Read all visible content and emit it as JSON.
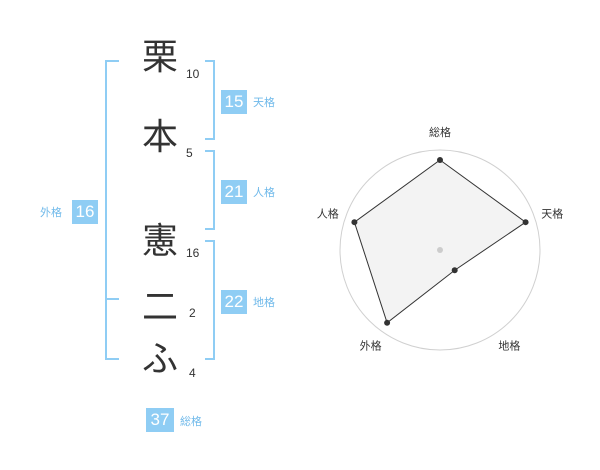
{
  "name": {
    "chars": [
      {
        "char": "栗",
        "strokes": "10"
      },
      {
        "char": "本",
        "strokes": "5"
      },
      {
        "char": "憲",
        "strokes": "16"
      },
      {
        "char": "二",
        "strokes": "2"
      },
      {
        "char": "ふ",
        "strokes": "4"
      }
    ]
  },
  "kakusu": {
    "tenkaku": {
      "value": "15",
      "label": "天格"
    },
    "jinkaku": {
      "value": "21",
      "label": "人格"
    },
    "chikaku": {
      "value": "22",
      "label": "地格"
    },
    "gaikaku": {
      "value": "16",
      "label": "外格"
    },
    "soukaku": {
      "value": "37",
      "label": "総格"
    }
  },
  "colors": {
    "accent": "#8fcdf4",
    "accent_text": "#6fb9ea",
    "text": "#333333",
    "radar_fill": "#f0f0f0",
    "radar_grid": "#d0d0d0"
  },
  "chart_data": {
    "type": "radar",
    "axes": [
      "総格",
      "天格",
      "地格",
      "外格",
      "人格"
    ],
    "values": [
      0.9,
      0.9,
      0.25,
      0.9,
      0.9
    ],
    "rings": 5,
    "grid": true
  }
}
